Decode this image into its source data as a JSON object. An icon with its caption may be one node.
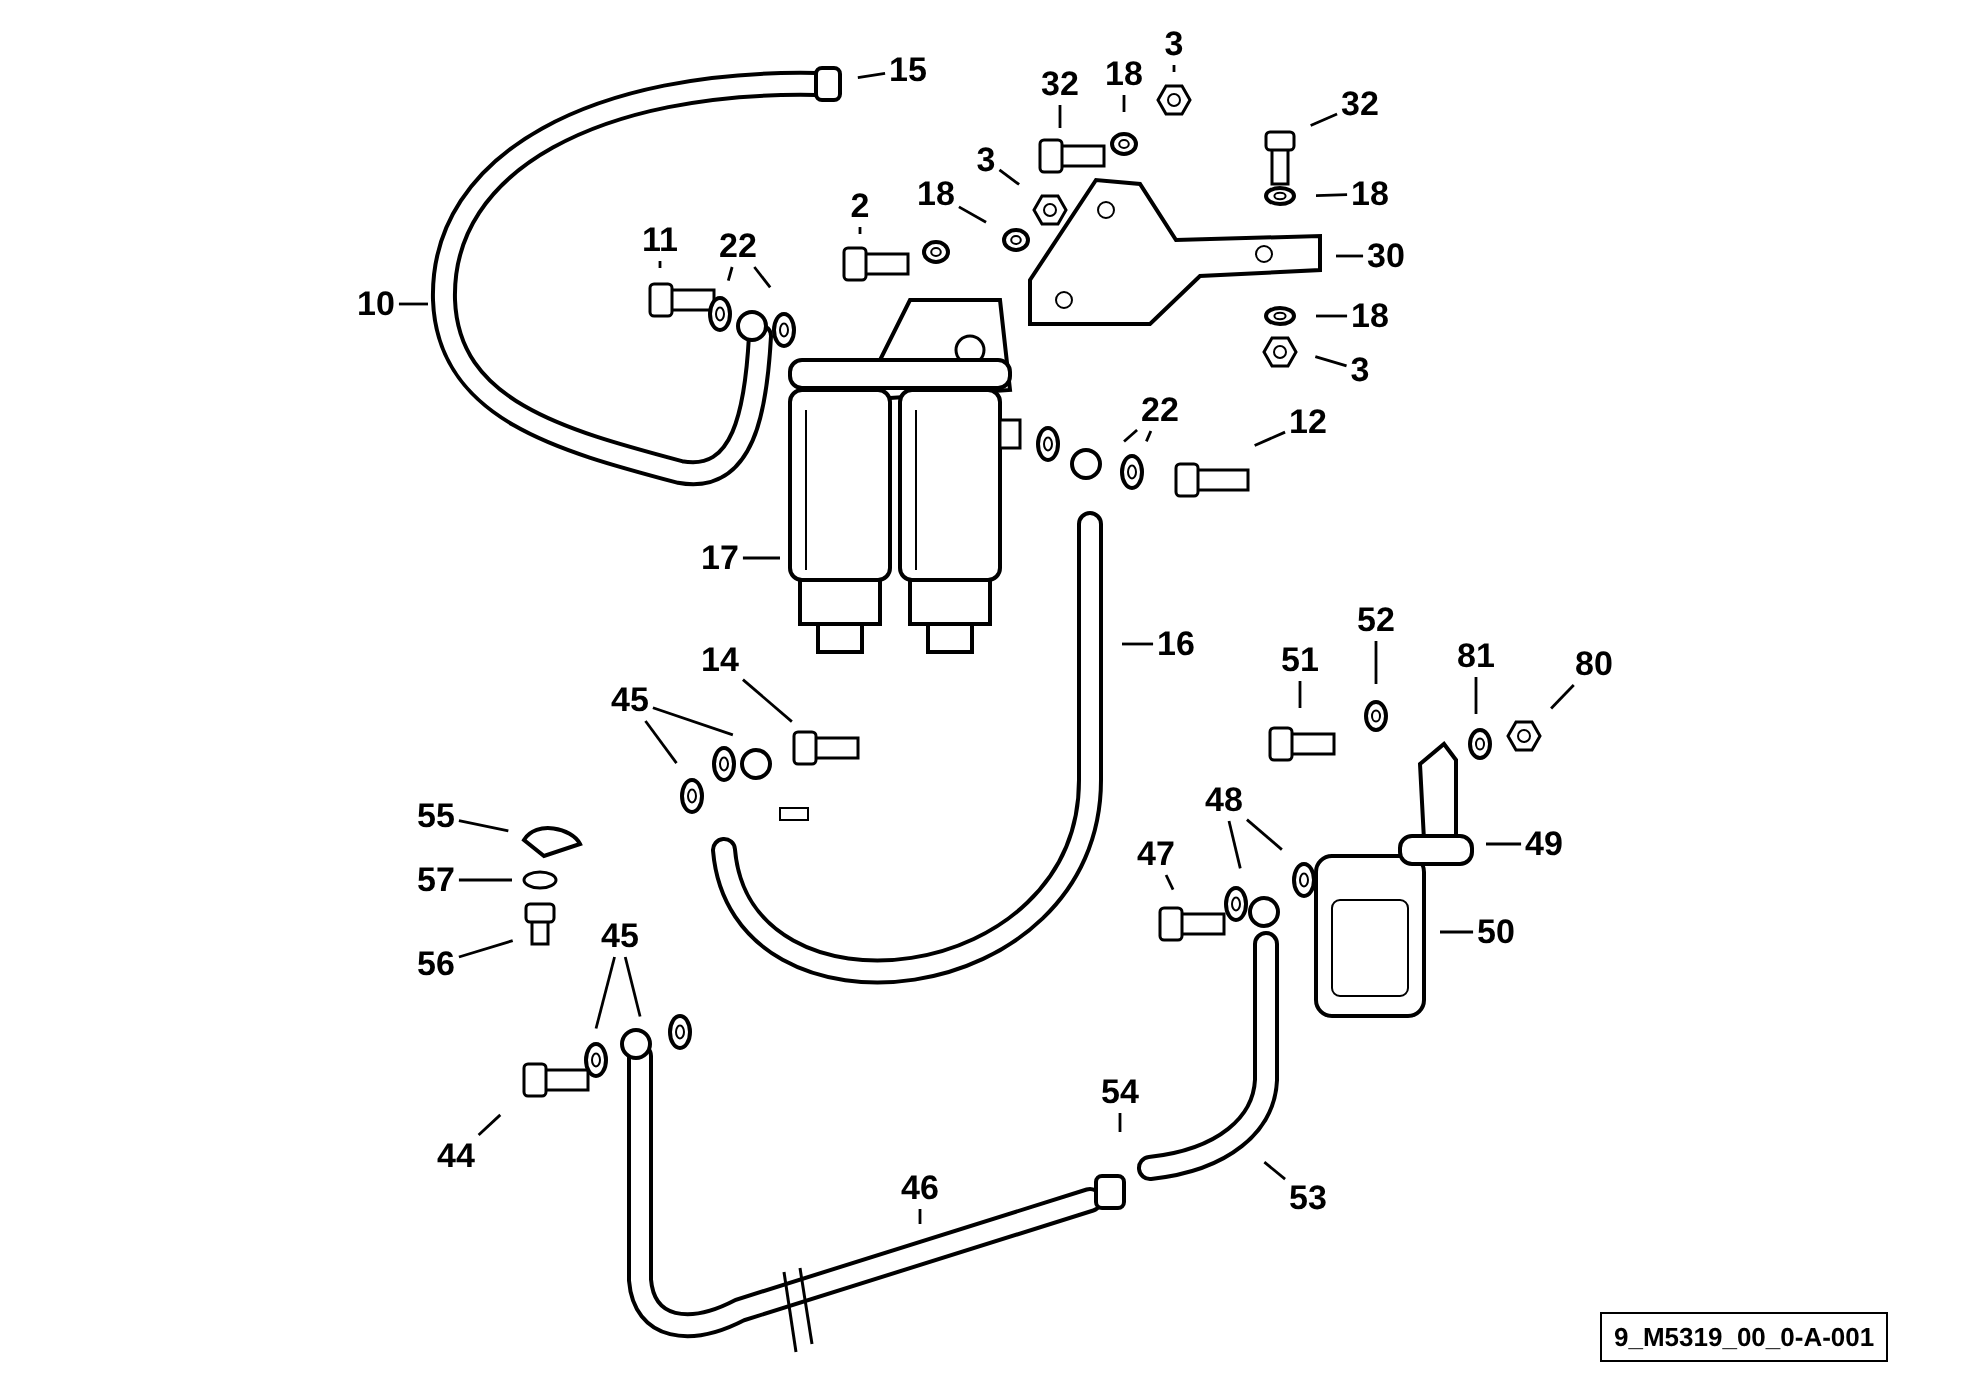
{
  "diagram": {
    "nodes": [
      {
        "text": [
          "15"
        ]
      },
      {
        "text": [
          "32"
        ]
      },
      {
        "text": [
          "18"
        ]
      },
      {
        "text": [
          "3"
        ]
      },
      {
        "text": [
          "32"
        ]
      },
      {
        "text": [
          "2"
        ]
      },
      {
        "text": [
          "3"
        ]
      },
      {
        "text": [
          "18"
        ]
      },
      {
        "text": [
          "18"
        ]
      },
      {
        "text": [
          "11"
        ]
      },
      {
        "text": [
          "22"
        ]
      },
      {
        "text": [
          "30"
        ]
      },
      {
        "text": [
          "10"
        ]
      },
      {
        "text": [
          "18"
        ]
      },
      {
        "text": [
          "3"
        ]
      },
      {
        "text": [
          "22"
        ]
      },
      {
        "text": [
          "12"
        ]
      },
      {
        "text": [
          "17"
        ]
      },
      {
        "text": [
          "16"
        ]
      },
      {
        "text": [
          "52"
        ]
      },
      {
        "text": [
          "51"
        ]
      },
      {
        "text": [
          "81"
        ]
      },
      {
        "text": [
          "80"
        ]
      },
      {
        "text": [
          "14"
        ]
      },
      {
        "text": [
          "45"
        ]
      },
      {
        "text": [
          "48"
        ]
      },
      {
        "text": [
          "55"
        ]
      },
      {
        "text": [
          "49"
        ]
      },
      {
        "text": [
          "47"
        ]
      },
      {
        "text": [
          "57"
        ]
      },
      {
        "text": [
          "50"
        ]
      },
      {
        "text": [
          "45"
        ]
      },
      {
        "text": [
          "56"
        ]
      },
      {
        "text": [
          "54"
        ]
      },
      {
        "text": [
          "44"
        ]
      },
      {
        "text": [
          "46"
        ]
      },
      {
        "text": [
          "53"
        ]
      }
    ],
    "edges": [
      {
        "from": 0,
        "to": null,
        "arrow": "none"
      },
      {
        "from": 1,
        "to": null,
        "arrow": "none"
      },
      {
        "from": 2,
        "to": null,
        "arrow": "none"
      },
      {
        "from": 3,
        "to": null,
        "arrow": "none"
      },
      {
        "from": 4,
        "to": null,
        "arrow": "none"
      },
      {
        "from": 5,
        "to": null,
        "arrow": "none"
      },
      {
        "from": 6,
        "to": null,
        "arrow": "none"
      },
      {
        "from": 7,
        "to": null,
        "arrow": "none"
      },
      {
        "from": 8,
        "to": null,
        "arrow": "none"
      },
      {
        "from": 9,
        "to": null,
        "arrow": "none"
      },
      {
        "from": 10,
        "to": null,
        "arrow": "none"
      },
      {
        "from": 10,
        "to": null,
        "arrow": "none"
      },
      {
        "from": 11,
        "to": null,
        "arrow": "none"
      },
      {
        "from": 12,
        "to": null,
        "arrow": "none"
      },
      {
        "from": 13,
        "to": null,
        "arrow": "none"
      },
      {
        "from": 14,
        "to": null,
        "arrow": "none"
      },
      {
        "from": 15,
        "to": null,
        "arrow": "none"
      },
      {
        "from": 15,
        "to": null,
        "arrow": "none"
      },
      {
        "from": 16,
        "to": null,
        "arrow": "none"
      },
      {
        "from": 17,
        "to": null,
        "arrow": "none"
      },
      {
        "from": 18,
        "to": null,
        "arrow": "none"
      },
      {
        "from": 19,
        "to": null,
        "arrow": "none"
      },
      {
        "from": 20,
        "to": null,
        "arrow": "none"
      },
      {
        "from": 21,
        "to": null,
        "arrow": "none"
      },
      {
        "from": 22,
        "to": null,
        "arrow": "none"
      },
      {
        "from": 23,
        "to": null,
        "arrow": "none"
      },
      {
        "from": 24,
        "to": null,
        "arrow": "none"
      },
      {
        "from": 24,
        "to": null,
        "arrow": "none"
      },
      {
        "from": 25,
        "to": null,
        "arrow": "none"
      },
      {
        "from": 25,
        "to": null,
        "arrow": "none"
      },
      {
        "from": 26,
        "to": null,
        "arrow": "none"
      },
      {
        "from": 27,
        "to": null,
        "arrow": "none"
      },
      {
        "from": 28,
        "to": null,
        "arrow": "none"
      },
      {
        "from": 29,
        "to": null,
        "arrow": "none"
      },
      {
        "from": 30,
        "to": null,
        "arrow": "none"
      },
      {
        "from": 31,
        "to": null,
        "arrow": "none"
      },
      {
        "from": 31,
        "to": null,
        "arrow": "none"
      },
      {
        "from": 32,
        "to": null,
        "arrow": "none"
      },
      {
        "from": 33,
        "to": null,
        "arrow": "none"
      },
      {
        "from": 34,
        "to": null,
        "arrow": "none"
      },
      {
        "from": 35,
        "to": null,
        "arrow": "none"
      },
      {
        "from": 36,
        "to": null,
        "arrow": "none"
      }
    ],
    "labels": [
      "9_M5319_00_0-A-001"
    ]
  }
}
